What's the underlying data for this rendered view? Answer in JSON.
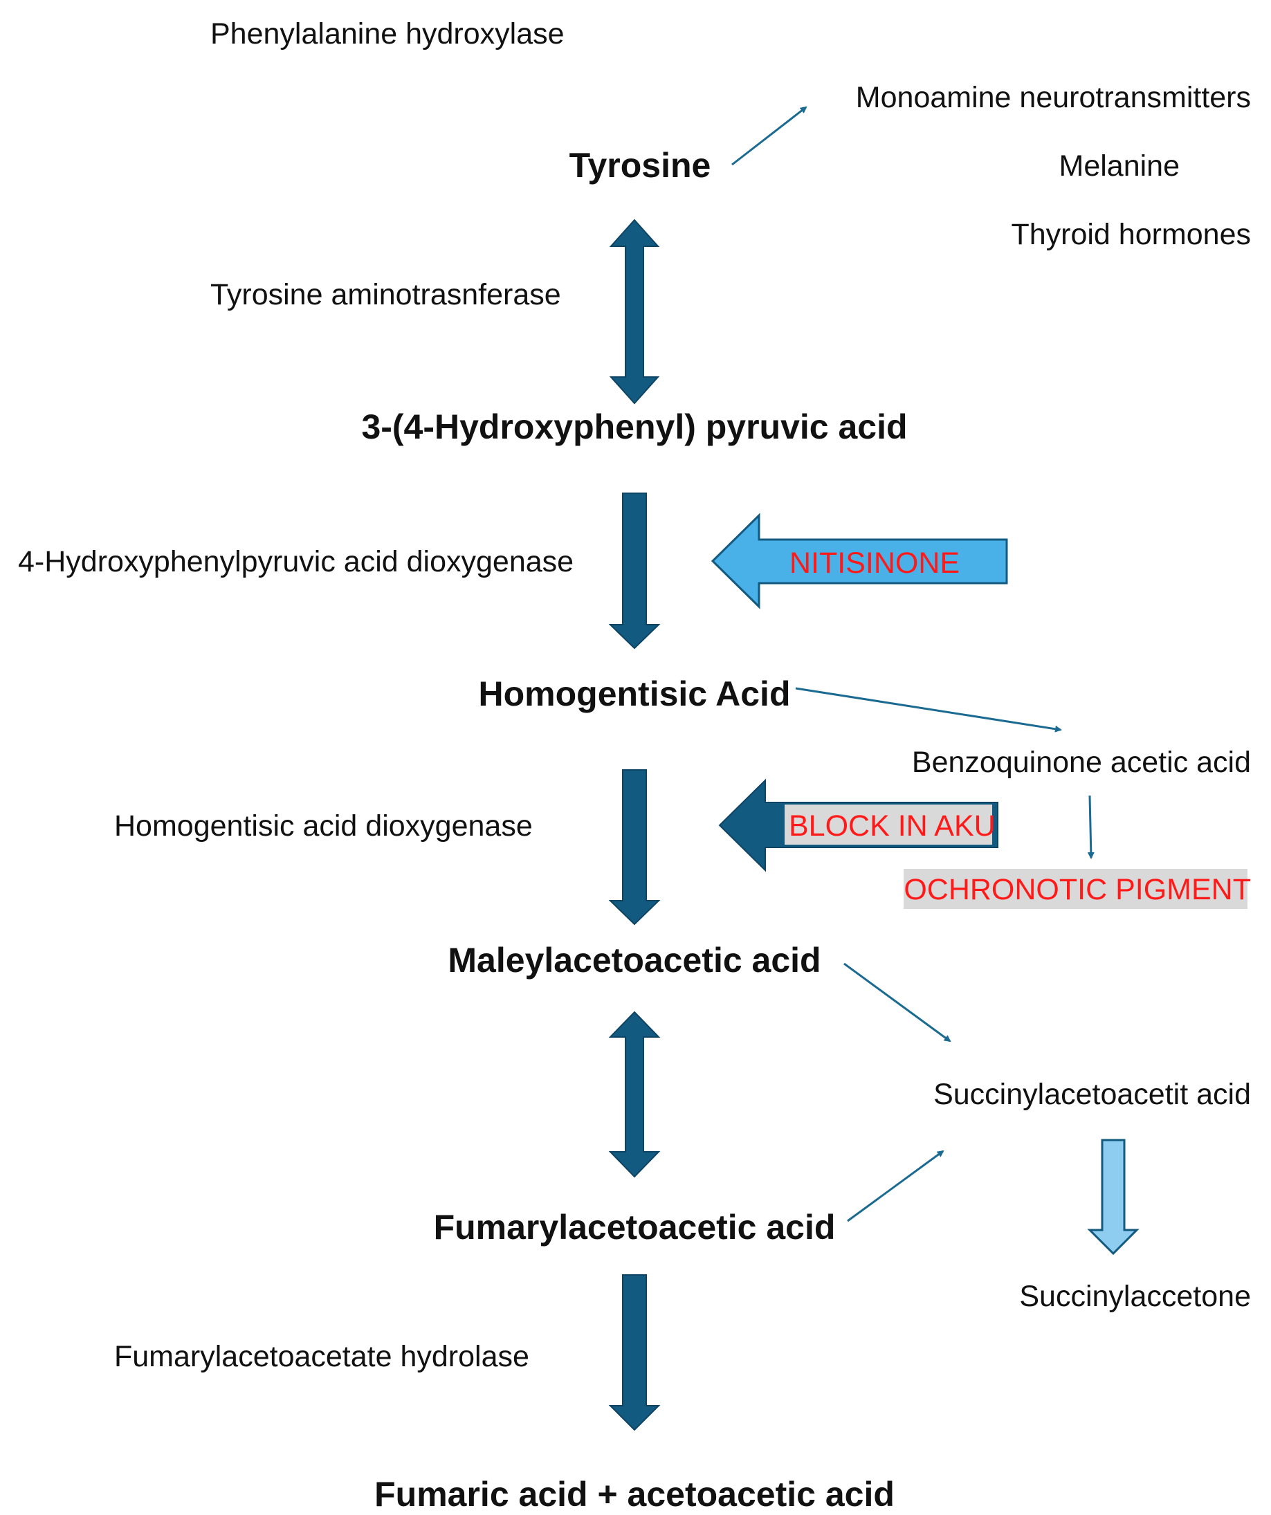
{
  "enzymes": {
    "phenylalanine_hydroxylase": "Phenylalanine hydroxylase",
    "tyrosine_aminotransferase": "Tyrosine aminotrasnferase",
    "hppd": "4-Hydroxyphenylpyruvic acid dioxygenase",
    "hgd": "Homogentisic acid dioxygenase",
    "fah": "Fumarylacetoacetate hydrolase"
  },
  "metabolites": {
    "tyrosine": "Tyrosine",
    "hppa": "3-(4-Hydroxyphenyl) pyruvic acid",
    "homogentisic": "Homogentisic Acid",
    "maleylacetoacetic": "Maleylacetoacetic acid",
    "fumarylacetoacetic": "Fumarylacetoacetic acid",
    "final": "Fumaric acid + acetoacetic acid"
  },
  "side_products": {
    "monoamine": "Monoamine neurotransmitters",
    "melanine": "Melanine",
    "thyroid": "Thyroid hormones",
    "benzoquinone": "Benzoquinone acetic acid",
    "succinylacetoacetit": "Succinylacetoacetit acid",
    "succinylaccetone": "Succinylaccetone"
  },
  "annotations": {
    "nitisinone": "NITISINONE",
    "block_aku": "BLOCK IN AKU",
    "ochronotic": "OCHRONOTIC PIGMENT"
  },
  "colors": {
    "dark_arrow": "#135a80",
    "light_arrow": "#49b1e8",
    "pale_arrow": "#8fcdf0",
    "thin_arrow": "#1b6a92",
    "label_red": "#ff1a1a",
    "pigment_bg": "#d9d9d9"
  }
}
